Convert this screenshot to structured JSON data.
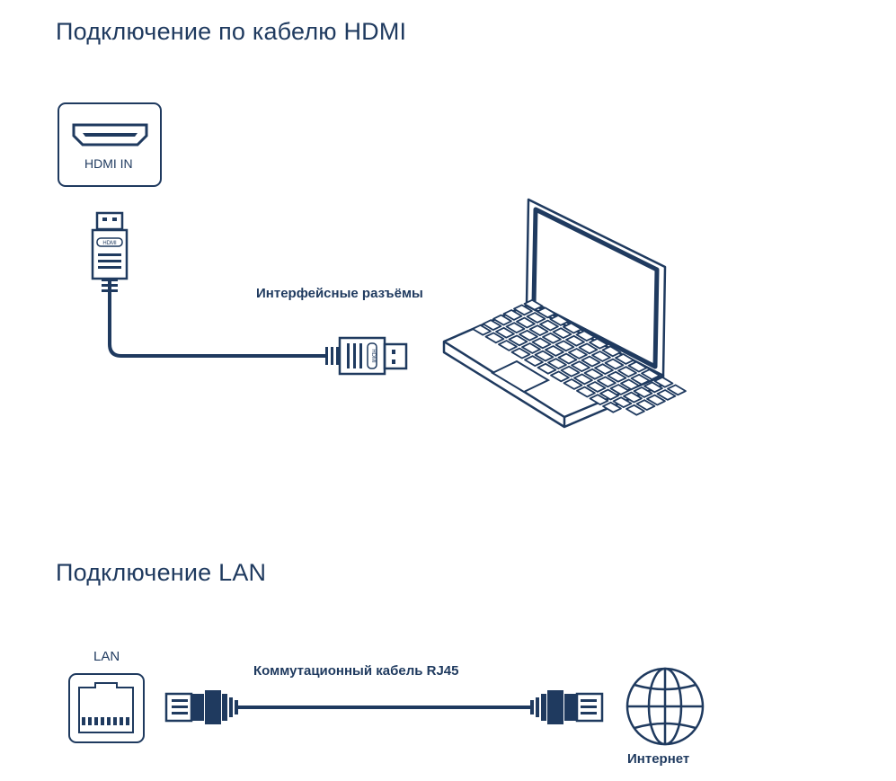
{
  "hdmi_section": {
    "title": "Подключение по кабелю HDMI",
    "port_label": "HDMI IN",
    "plug_label": "HDMI",
    "cable_label": "Интерфейсные разъёмы"
  },
  "lan_section": {
    "title": "Подключение LAN",
    "port_label": "LAN",
    "cable_label": "Коммутационный кабель RJ45",
    "internet_label": "Интернет"
  },
  "colors": {
    "line": "#1f3a5f",
    "background": "#ffffff"
  }
}
